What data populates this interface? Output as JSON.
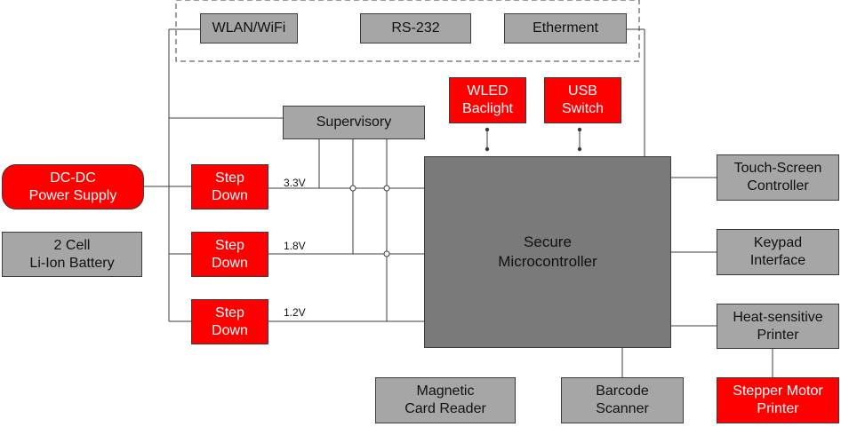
{
  "comm": {
    "wlan": "WLAN/WiFi",
    "rs232": "RS-232",
    "ethernet": "Etherment"
  },
  "supervisory": "Supervisory",
  "wled": "WLED\nBaclight",
  "usb": "USB\nSwitch",
  "power": {
    "dcdc": "DC-DC\nPower Supply",
    "battery": "2 Cell\nLi-Ion Battery"
  },
  "stepdown": {
    "a": "Step\nDown",
    "b": "Step\nDown",
    "c": "Step\nDown"
  },
  "voltages": {
    "v33": "3.3V",
    "v18": "1.8V",
    "v12": "1.2V"
  },
  "mcu": "Secure\nMicrocontroller",
  "right": {
    "touch": "Touch-Screen\nController",
    "keypad": "Keypad\nInterface",
    "printer": "Heat-sensitive\nPrinter",
    "stepper": "Stepper Motor\nPrinter"
  },
  "bottom": {
    "magnetic": "Magnetic\nCard Reader",
    "barcode": "Barcode\nScanner"
  }
}
